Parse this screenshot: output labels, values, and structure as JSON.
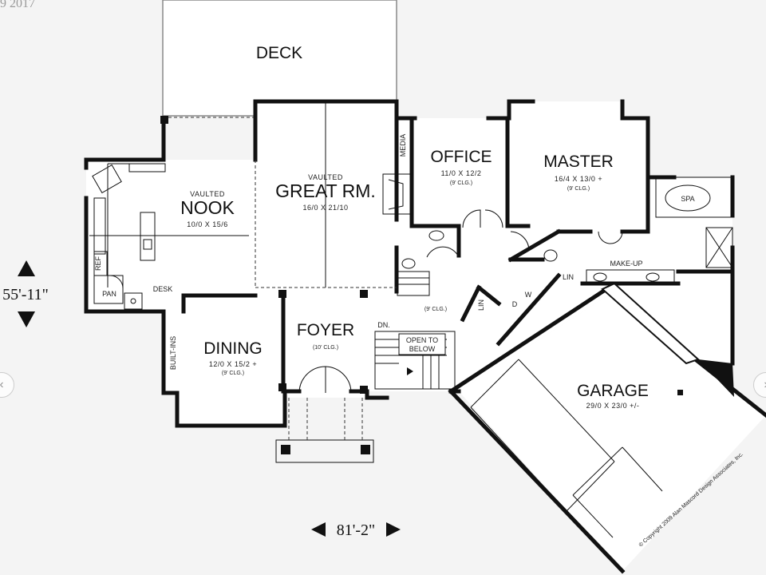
{
  "watermark": {
    "year": "9 2017"
  },
  "dimensions": {
    "width": "81'-2\"",
    "depth": "55'-11\""
  },
  "rooms": {
    "deck": {
      "name": "DECK"
    },
    "nook": {
      "note": "VAULTED",
      "name": "NOOK",
      "size": "10/0  X  15/6"
    },
    "great": {
      "note": "VAULTED",
      "name": "GREAT RM.",
      "size": "16/0  X  21/10"
    },
    "office": {
      "name": "OFFICE",
      "size": "11/0  X  12/2",
      "ceiling": "(9' CLG.)"
    },
    "master": {
      "name": "MASTER",
      "size": "16/4  X  13/0  +",
      "ceiling": "(9' CLG.)"
    },
    "dining": {
      "name": "DINING",
      "size": "12/0  X  15/2  +",
      "ceiling": "(9' CLG.)"
    },
    "foyer": {
      "name": "FOYER",
      "ceiling": "(10' CLG.)"
    },
    "garage": {
      "name": "GARAGE",
      "size": "29/0  X  23/0  +/-"
    }
  },
  "labels": {
    "media": "MEDIA",
    "spa": "SPA",
    "makeup": "MAKE-UP",
    "lin1": "LIN",
    "lin2": "LIN",
    "d": "D",
    "w": "W",
    "ref": "REF",
    "pan": "PAN",
    "desk": "DESK",
    "builtins": "BUILT-INS",
    "dn": "DN.",
    "open_to": "OPEN TO",
    "below": "BELOW",
    "hall_clg": "(9' CLG.)"
  },
  "copyright": "© Copyright 2009 Alan Mascord Design Associates, Inc.",
  "nav": {
    "prev": "‹",
    "next": "›"
  }
}
